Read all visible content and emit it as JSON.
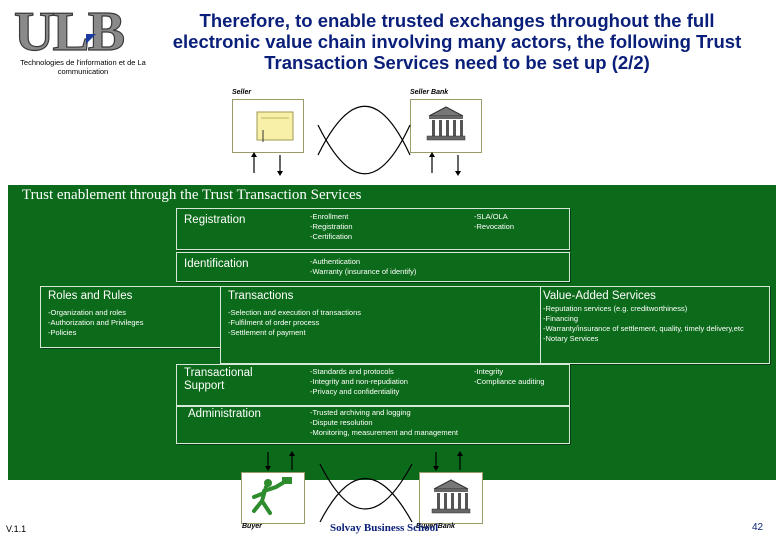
{
  "header": {
    "logo_text": "ULB",
    "logo_subtitle": "Technologies de l'information et de La communication",
    "title": "Therefore, to enable trusted exchanges throughout the full electronic value chain involving many actors, the following Trust Transaction Services need to be set up (2/2)"
  },
  "parties": {
    "seller": "Seller",
    "seller_bank": "Seller Bank",
    "buyer": "Buyer",
    "buyer_bank": "Buyer Bank"
  },
  "banner": {
    "title": "Trust enablement through the Trust Transaction Services"
  },
  "services": {
    "registration": {
      "title": "Registration",
      "col1": "-Enrollment\n-Registration\n-Certification",
      "col2": "-SLA/OLA\n-Revocation"
    },
    "identification": {
      "title": "Identification",
      "col1": "-Authentication\n-Warranty (insurance of identify)"
    },
    "roles": {
      "title": "Roles and Rules",
      "text": "-Organization and roles\n-Authorization and Privileges\n-Policies"
    },
    "transactions": {
      "title": "Transactions",
      "text": "-Selection and execution of transactions\n-Fulfilment of order process\n-Settlement of payment"
    },
    "value_added": {
      "title": "Value-Added Services",
      "text": "-Reputation services (e.g. creditworthiness)\n-Financing\n-Warranty/insurance of settlement, quality, timely delivery,etc\n-Notary Services"
    },
    "transactional_support": {
      "title": "Transactional Support",
      "col1": "-Standards and protocols\n-Integrity and non-repudiation\n-Privacy and confidentiality",
      "col2": "-Integrity\n-Compliance auditing"
    },
    "administration": {
      "title": "Administration",
      "col1": "-Trusted archiving and logging\n-Dispute resolution\n-Monitoring, measurement and management"
    }
  },
  "footer": {
    "version": "V.1.1",
    "school": "Solvay Business School",
    "page_number": "42"
  },
  "colors": {
    "banner_green": "#0c6b1a",
    "title_blue": "#0a1f7a"
  }
}
